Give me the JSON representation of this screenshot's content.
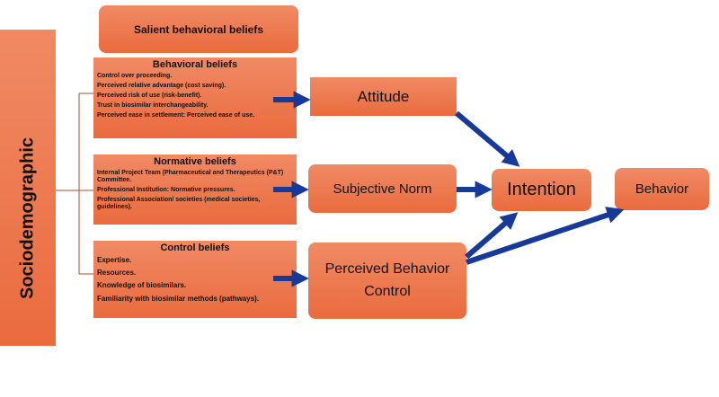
{
  "sidebar_label": "Sociodemographic",
  "header": "Salient behavioral beliefs",
  "behavioral": {
    "title": "Behavioral beliefs",
    "items": [
      "Control over proceeding.",
      "Perceived relative advantage (cost saving).",
      "Perceived risk of use (risk-benefit).",
      "Trust in biosimilar interchangeability.",
      "Perceived ease in settlement: Perceived ease of use."
    ]
  },
  "normative": {
    "title": "Normative beliefs",
    "items": [
      "Internal Project Team (Pharmaceutical and Therapeutics (P&T) Committee.",
      "Professional Institution: Normative pressures.",
      "Professional Association/ societies (medical societies, guidelines)."
    ]
  },
  "control": {
    "title": "Control beliefs",
    "items": [
      "Expertise.",
      "Resources.",
      "Knowledge of biosimilars.",
      "Familiarity with biosimilar methods (pathways)."
    ]
  },
  "nodes": {
    "attitude": "Attitude",
    "subjective_norm": "Subjective Norm",
    "pbc_line1": "Perceived Behavior",
    "pbc_line2": "Control",
    "intention": "Intention",
    "behavior": "Behavior"
  },
  "colors": {
    "box_top": "#f08a64",
    "box_bottom": "#ea6b3e",
    "arrow": "#17399a",
    "connector": "#a0522d"
  }
}
